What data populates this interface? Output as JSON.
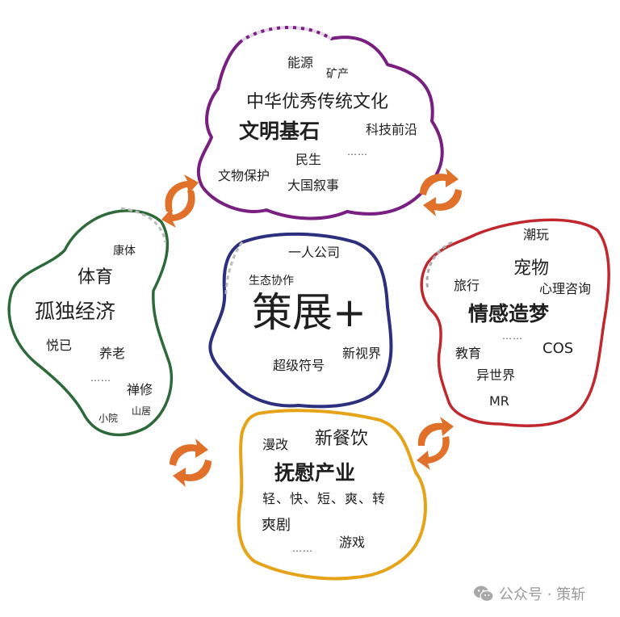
{
  "diagram": {
    "center": {
      "title": "策展+",
      "color": "#2b2f7e",
      "items": [
        "一人公司",
        "生态协作",
        "新视界",
        "超级符号"
      ]
    },
    "top": {
      "color": "#7a1f82",
      "headline1": "中华优秀传统文化",
      "headline2": "文明基石",
      "items": [
        "能源",
        "矿产",
        "科技前沿",
        "民生",
        "文物保护",
        "大国叙事"
      ],
      "ellipsis": "……"
    },
    "left": {
      "color": "#2d6a3a",
      "headline1": "体育",
      "headline2": "孤独经济",
      "items": [
        "康体",
        "悦已",
        "养老",
        "禅修",
        "山居",
        "小院"
      ],
      "ellipsis": "……"
    },
    "right": {
      "color": "#c0282d",
      "headline1": "宠物",
      "headline2": "情感造梦",
      "items": [
        "潮玩",
        "旅行",
        "心理咨询",
        "教育",
        "COS",
        "异世界",
        "MR"
      ],
      "ellipsis": "……"
    },
    "bottom": {
      "color": "#e7a318",
      "headline1": "新餐饮",
      "headline2": "抚慰产业",
      "subline": "轻、快、短、爽、转",
      "items": [
        "漫改",
        "爽剧",
        "游戏"
      ],
      "ellipsis": "……"
    },
    "arrow_color": "#e0702a",
    "arrows": [
      "top-left-cycle",
      "top-right-cycle",
      "bottom-left-cycle",
      "bottom-right-cycle"
    ]
  },
  "footer": {
    "icon": "wechat-icon",
    "label": "公众号 · 策斩"
  }
}
